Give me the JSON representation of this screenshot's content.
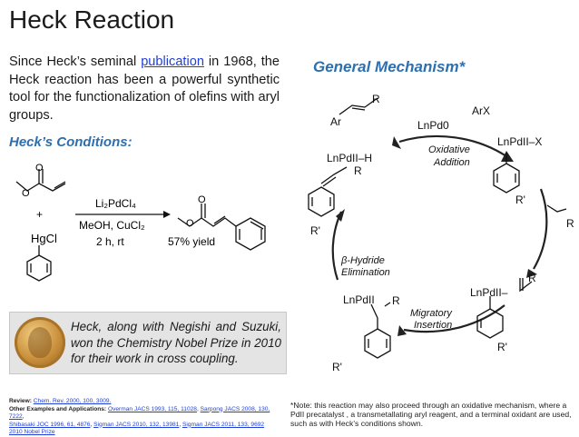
{
  "title": "Heck Reaction",
  "intro": {
    "before": "Since Heck’s seminal ",
    "link": "publication",
    "after": " in 1968, the Heck reaction has been a powerful synthetic tool for the functionalization of olefins with aryl groups."
  },
  "conditions_title": "Heck’s Conditions:",
  "reaction": {
    "plus": "+",
    "reagent": "HgCl",
    "o_label": "O",
    "catalyst": "Li₂PdCl₄",
    "solvent": "MeOH, CuCl₂",
    "time": "2 h, rt",
    "yield": "57% yield"
  },
  "mechanism": {
    "title": "General Mechanism*",
    "labels": {
      "r_top": "R",
      "ar": "Ar",
      "arx": "ArX",
      "lnpd0": "LnPd0",
      "ox_add": "Oxidative",
      "ox_add2": "Addition",
      "lnpd_h": "LnPdII–H",
      "r_hydride": "R",
      "r_prime_left": "R'",
      "lnpd_x": "LnPdII–X",
      "r_prime_right": "R'",
      "r_alkene": "R",
      "beta": "β-Hydride",
      "elim": "Elimination",
      "lnpd_bot": "LnPdII",
      "r_bot": "R",
      "r_prime_bot": "R'",
      "mig": "Migratory",
      "ins": "Insertion",
      "lnpd_pi": "LnPdII–",
      "r_pi": "R",
      "r_prime_pi": "R'"
    }
  },
  "nobel": "Heck, along with Negishi and Suzuki, won the Chemistry Nobel Prize in 2010 for their work in cross coupling.",
  "refs": {
    "review_label": "Review:",
    "review": "Chem. Rev. 2000, 100, 3009.",
    "other_label": "Other Examples and Applications:",
    "ex1": "Overman JACS 1993, 115, 11028",
    "ex2": "Sarpong JACS 2008, 130, 7222",
    "ex3": "Shibasaki JOC 1996, 61, 4876",
    "ex4": "Sigman JACS 2010, 132, 13981",
    "ex5": "Sigman JACS 2011, 133, 9692",
    "ex6": "2010 Nobel Prize"
  },
  "note": "*Note: this reaction may also proceed through an oxidative mechanism, where a PdII precatalyst , a transmetallating aryl reagent, and a terminal oxidant are used, such as with Heck’s conditions shown."
}
